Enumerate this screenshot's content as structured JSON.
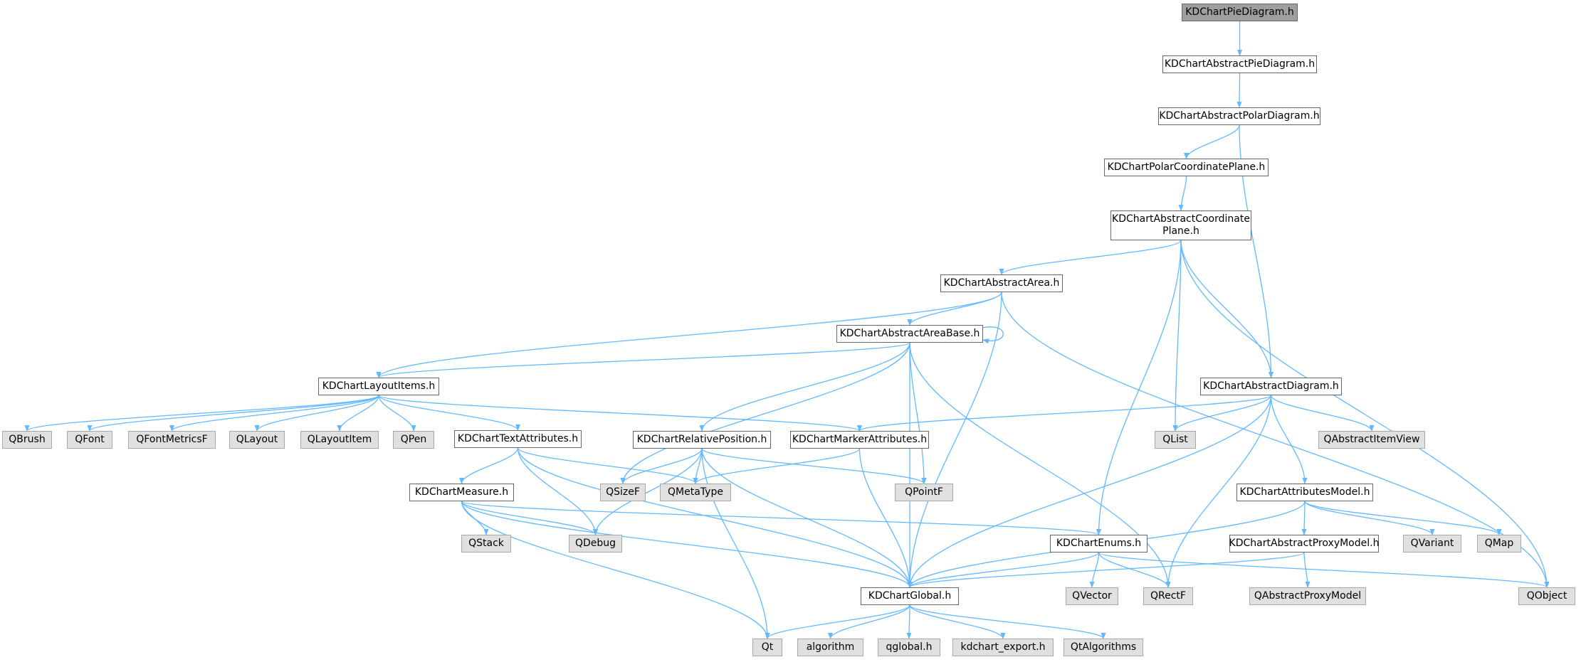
{
  "nodes": {
    "root": {
      "label": "KDChartPieDiagram.h",
      "kind": "root"
    },
    "abspie": {
      "label": "KDChartAbstractPieDiagram.h"
    },
    "abspolar": {
      "label": "KDChartAbstractPolarDiagram.h"
    },
    "polarplane": {
      "label": "KDChartPolarCoordinatePlane.h"
    },
    "abscoord": {
      "label": "KDChartAbstractCoordinate",
      "label2": "Plane.h"
    },
    "absarea": {
      "label": "KDChartAbstractArea.h"
    },
    "absareabase": {
      "label": "KDChartAbstractAreaBase.h"
    },
    "layout": {
      "label": "KDChartLayoutItems.h"
    },
    "absdiag": {
      "label": "KDChartAbstractDiagram.h"
    },
    "textattr": {
      "label": "KDChartTextAttributes.h"
    },
    "relpos": {
      "label": "KDChartRelativePosition.h"
    },
    "markattr": {
      "label": "KDChartMarkerAttributes.h"
    },
    "measure": {
      "label": "KDChartMeasure.h"
    },
    "enums": {
      "label": "KDChartEnums.h"
    },
    "attrmodel": {
      "label": "KDChartAttributesModel.h"
    },
    "absproxy": {
      "label": "KDChartAbstractProxyModel.h"
    },
    "global": {
      "label": "KDChartGlobal.h"
    },
    "qbrush": {
      "label": "QBrush",
      "kind": "ext"
    },
    "qfont": {
      "label": "QFont",
      "kind": "ext"
    },
    "qfontmetrics": {
      "label": "QFontMetricsF",
      "kind": "ext"
    },
    "qlayout": {
      "label": "QLayout",
      "kind": "ext"
    },
    "qlayoutitem": {
      "label": "QLayoutItem",
      "kind": "ext"
    },
    "qpen": {
      "label": "QPen",
      "kind": "ext"
    },
    "qsizef": {
      "label": "QSizeF",
      "kind": "ext"
    },
    "qmetatype": {
      "label": "QMetaType",
      "kind": "ext"
    },
    "qpointf": {
      "label": "QPointF",
      "kind": "ext"
    },
    "qlist": {
      "label": "QList",
      "kind": "ext"
    },
    "qabsitemview": {
      "label": "QAbstractItemView",
      "kind": "ext"
    },
    "qstack": {
      "label": "QStack",
      "kind": "ext"
    },
    "qdebug": {
      "label": "QDebug",
      "kind": "ext"
    },
    "qvariant": {
      "label": "QVariant",
      "kind": "ext"
    },
    "qmap": {
      "label": "QMap",
      "kind": "ext"
    },
    "qvector": {
      "label": "QVector",
      "kind": "ext"
    },
    "qrectf": {
      "label": "QRectF",
      "kind": "ext"
    },
    "qabsproxymodel": {
      "label": "QAbstractProxyModel",
      "kind": "ext"
    },
    "qobject": {
      "label": "QObject",
      "kind": "ext"
    },
    "qt": {
      "label": "Qt",
      "kind": "ext"
    },
    "algorithm": {
      "label": "algorithm",
      "kind": "ext"
    },
    "qglobal": {
      "label": "qglobal.h",
      "kind": "ext"
    },
    "kdexport": {
      "label": "kdchart_export.h",
      "kind": "ext"
    },
    "qtalgorithms": {
      "label": "QtAlgorithms",
      "kind": "ext"
    }
  },
  "edges": [
    [
      "root",
      "abspie"
    ],
    [
      "abspie",
      "abspolar"
    ],
    [
      "abspolar",
      "polarplane"
    ],
    [
      "abspolar",
      "absdiag"
    ],
    [
      "polarplane",
      "abscoord"
    ],
    [
      "abscoord",
      "absarea"
    ],
    [
      "abscoord",
      "absdiag"
    ],
    [
      "abscoord",
      "qlist"
    ],
    [
      "abscoord",
      "enums"
    ],
    [
      "abscoord",
      "qobject"
    ],
    [
      "absarea",
      "absareabase"
    ],
    [
      "absarea",
      "layout"
    ],
    [
      "absarea",
      "global"
    ],
    [
      "absarea",
      "qobject"
    ],
    [
      "absareabase",
      "absareabase"
    ],
    [
      "absareabase",
      "layout"
    ],
    [
      "absareabase",
      "relpos"
    ],
    [
      "absareabase",
      "qsizef"
    ],
    [
      "absareabase",
      "qpointf"
    ],
    [
      "absareabase",
      "global"
    ],
    [
      "absareabase",
      "qrectf"
    ],
    [
      "layout",
      "qbrush"
    ],
    [
      "layout",
      "qfont"
    ],
    [
      "layout",
      "qfontmetrics"
    ],
    [
      "layout",
      "qlayout"
    ],
    [
      "layout",
      "qlayoutitem"
    ],
    [
      "layout",
      "qpen"
    ],
    [
      "layout",
      "textattr"
    ],
    [
      "layout",
      "markattr"
    ],
    [
      "absdiag",
      "markattr"
    ],
    [
      "absdiag",
      "qlist"
    ],
    [
      "absdiag",
      "qabsitemview"
    ],
    [
      "absdiag",
      "attrmodel"
    ],
    [
      "absdiag",
      "global"
    ],
    [
      "absdiag",
      "qrectf"
    ],
    [
      "textattr",
      "measure"
    ],
    [
      "textattr",
      "qmetatype"
    ],
    [
      "textattr",
      "qdebug"
    ],
    [
      "textattr",
      "global"
    ],
    [
      "relpos",
      "qsizef"
    ],
    [
      "relpos",
      "qmetatype"
    ],
    [
      "relpos",
      "qpointf"
    ],
    [
      "relpos",
      "qdebug"
    ],
    [
      "relpos",
      "qt"
    ],
    [
      "relpos",
      "global"
    ],
    [
      "markattr",
      "qmetatype"
    ],
    [
      "markattr",
      "global"
    ],
    [
      "measure",
      "qstack"
    ],
    [
      "measure",
      "qdebug"
    ],
    [
      "measure",
      "enums"
    ],
    [
      "measure",
      "global"
    ],
    [
      "measure",
      "qt"
    ],
    [
      "enums",
      "global"
    ],
    [
      "enums",
      "qvector"
    ],
    [
      "enums",
      "qrectf"
    ],
    [
      "enums",
      "qobject"
    ],
    [
      "attrmodel",
      "absproxy"
    ],
    [
      "attrmodel",
      "qvariant"
    ],
    [
      "attrmodel",
      "qmap"
    ],
    [
      "attrmodel",
      "global"
    ],
    [
      "absproxy",
      "qabsproxymodel"
    ],
    [
      "absproxy",
      "global"
    ],
    [
      "global",
      "qt"
    ],
    [
      "global",
      "algorithm"
    ],
    [
      "global",
      "qglobal"
    ],
    [
      "global",
      "kdexport"
    ],
    [
      "global",
      "qtalgorithms"
    ]
  ],
  "colors": {
    "edge": "#63b8ff",
    "node_border": "#666666",
    "ext_fill": "#e0e0e0",
    "root_fill": "#9f9f9f"
  }
}
